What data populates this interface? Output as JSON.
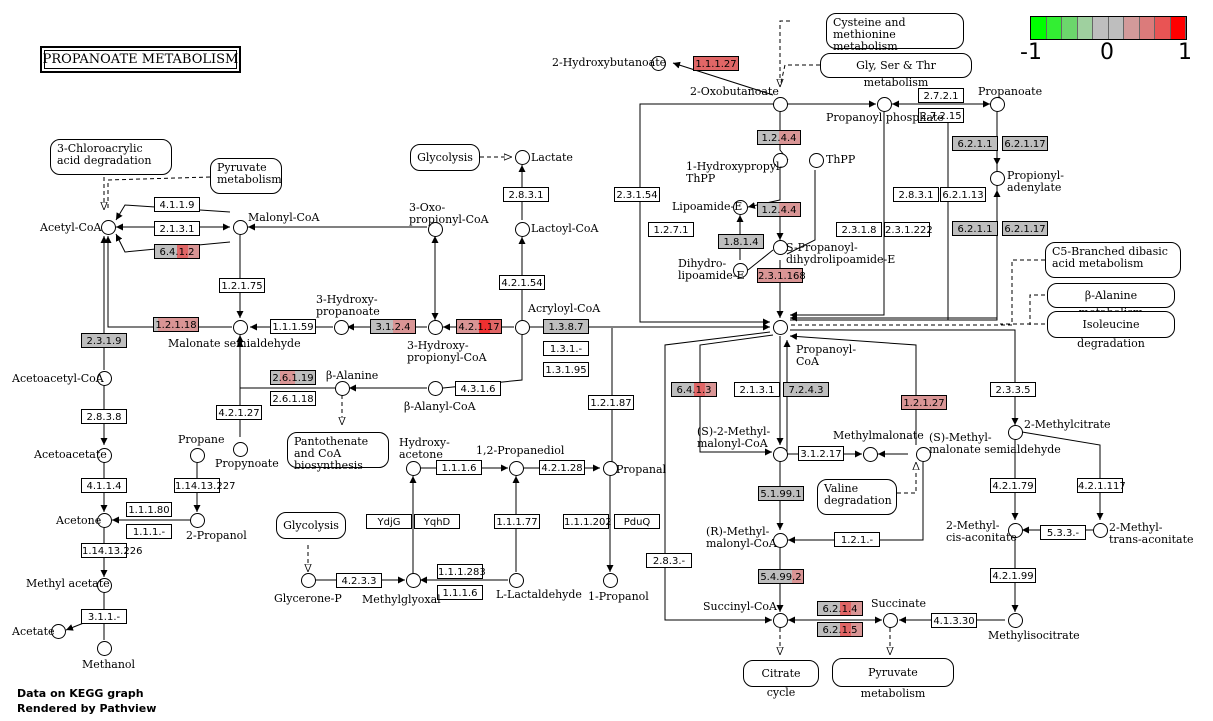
{
  "title": "PROPANOATE METABOLISM",
  "footer": {
    "line1": "Data on KEGG graph",
    "line2": "Rendered by Pathview"
  },
  "legend": {
    "min_label": "-1",
    "mid_label": "0",
    "max_label": "1",
    "colors": [
      "#00ff00",
      "#33ee33",
      "#6cd66c",
      "#9fd09f",
      "#bebebe",
      "#bebebe",
      "#d39a9a",
      "#db7b7b",
      "#e95454",
      "#ff0000"
    ]
  },
  "colors": {
    "none": "#ffffff",
    "gray": "#bebebe",
    "light_red": "#d99595",
    "mid_red": "#e06666",
    "red": "#ef3030"
  },
  "enzymes": [
    {
      "id": "e-1-1-1-27-top",
      "label": "1.1.1.27",
      "seg": [
        [
          0,
          1,
          "mid_red"
        ]
      ]
    },
    {
      "id": "e-1-2-4-4a",
      "label": "1.2.4.4",
      "seg": [
        [
          0,
          0.5,
          "gray"
        ],
        [
          0.5,
          1,
          "light_red"
        ]
      ]
    },
    {
      "id": "e-1-2-4-4b",
      "label": "1.2.4.4",
      "seg": [
        [
          0,
          0.5,
          "gray"
        ],
        [
          0.5,
          1,
          "light_red"
        ]
      ]
    },
    {
      "id": "e-1-8-1-4",
      "label": "1.8.1.4",
      "seg": [
        [
          0,
          1,
          "gray"
        ]
      ]
    },
    {
      "id": "e-2-3-1-168",
      "label": "2.3.1.168",
      "seg": [
        [
          0,
          1,
          "light_red"
        ]
      ]
    },
    {
      "id": "e-2-7-2-1",
      "label": "2.7.2.1",
      "seg": []
    },
    {
      "id": "e-2-7-2-15",
      "label": "2.7.2.15",
      "seg": []
    },
    {
      "id": "e-6-2-1-1a",
      "label": "6.2.1.1",
      "seg": [
        [
          0,
          1,
          "gray"
        ]
      ]
    },
    {
      "id": "e-6-2-1-17a",
      "label": "6.2.1.17",
      "seg": [
        [
          0,
          1,
          "gray"
        ]
      ]
    },
    {
      "id": "e-2-8-3-1b",
      "label": "2.8.3.1",
      "seg": []
    },
    {
      "id": "e-6-2-1-13",
      "label": "6.2.1.13",
      "seg": []
    },
    {
      "id": "e-6-2-1-1b",
      "label": "6.2.1.1",
      "seg": [
        [
          0,
          1,
          "gray"
        ]
      ]
    },
    {
      "id": "e-6-2-1-17b",
      "label": "6.2.1.17",
      "seg": [
        [
          0,
          1,
          "gray"
        ]
      ]
    },
    {
      "id": "e-2-3-1-54",
      "label": "2.3.1.54",
      "seg": []
    },
    {
      "id": "e-1-2-7-1",
      "label": "1.2.7.1",
      "seg": []
    },
    {
      "id": "e-2-3-1-8",
      "label": "2.3.1.8",
      "seg": []
    },
    {
      "id": "e-2-3-1-222",
      "label": "2.3.1.222",
      "seg": []
    },
    {
      "id": "e-2-8-3-1a",
      "label": "2.8.3.1",
      "seg": []
    },
    {
      "id": "e-4-2-1-54",
      "label": "4.2.1.54",
      "seg": []
    },
    {
      "id": "e-4-1-1-9",
      "label": "4.1.1.9",
      "seg": []
    },
    {
      "id": "e-2-1-3-1a",
      "label": "2.1.3.1",
      "seg": []
    },
    {
      "id": "e-6-4-1-2",
      "label": "6.4.1.2",
      "seg": [
        [
          0,
          0.5,
          "gray"
        ],
        [
          0.5,
          0.75,
          "mid_red"
        ],
        [
          0.75,
          1,
          "light_red"
        ]
      ]
    },
    {
      "id": "e-1-2-1-75",
      "label": "1.2.1.75",
      "seg": []
    },
    {
      "id": "e-1-2-1-18",
      "label": "1.2.1.18",
      "seg": [
        [
          0,
          0.1,
          "gray"
        ],
        [
          0.1,
          1,
          "light_red"
        ]
      ]
    },
    {
      "id": "e-1-1-1-59",
      "label": "1.1.1.59",
      "seg": []
    },
    {
      "id": "e-3-1-2-4",
      "label": "3.1.2.4",
      "seg": [
        [
          0,
          0.5,
          "gray"
        ],
        [
          0.5,
          1,
          "light_red"
        ]
      ]
    },
    {
      "id": "e-4-2-1-17",
      "label": "4.2.1.17",
      "seg": [
        [
          0,
          0.5,
          "light_red"
        ],
        [
          0.5,
          0.75,
          "red"
        ],
        [
          0.75,
          1,
          "mid_red"
        ]
      ]
    },
    {
      "id": "e-1-3-8-7",
      "label": "1.3.8.7",
      "seg": [
        [
          0,
          1,
          "gray"
        ]
      ]
    },
    {
      "id": "e-1-3-1-x",
      "label": "1.3.1.-",
      "seg": []
    },
    {
      "id": "e-1-3-1-95",
      "label": "1.3.1.95",
      "seg": []
    },
    {
      "id": "e-2-3-1-9",
      "label": "2.3.1.9",
      "seg": [
        [
          0,
          1,
          "gray"
        ]
      ]
    },
    {
      "id": "e-2-6-1-19",
      "label": "2.6.1.19",
      "seg": [
        [
          0,
          0.2,
          "gray"
        ],
        [
          0.2,
          0.55,
          "light_red"
        ],
        [
          0.55,
          1,
          "gray"
        ]
      ]
    },
    {
      "id": "e-2-6-1-18",
      "label": "2.6.1.18",
      "seg": []
    },
    {
      "id": "e-4-3-1-6",
      "label": "4.3.1.6",
      "seg": []
    },
    {
      "id": "e-4-2-1-27",
      "label": "4.2.1.27",
      "seg": []
    },
    {
      "id": "e-1-2-1-87",
      "label": "1.2.1.87",
      "seg": []
    },
    {
      "id": "e-2-8-3-8",
      "label": "2.8.3.8",
      "seg": []
    },
    {
      "id": "e-4-1-1-4",
      "label": "4.1.1.4",
      "seg": []
    },
    {
      "id": "e-1-14-13-227",
      "label": "1.14.13.227",
      "seg": []
    },
    {
      "id": "e-1-1-1-80",
      "label": "1.1.1.80",
      "seg": []
    },
    {
      "id": "e-1-1-1-x",
      "label": "1.1.1.-",
      "seg": []
    },
    {
      "id": "e-1-14-13-226",
      "label": "1.14.13.226",
      "seg": []
    },
    {
      "id": "e-3-1-1-x",
      "label": "3.1.1.-",
      "seg": []
    },
    {
      "id": "e-1-1-1-6",
      "label": "1.1.1.6",
      "seg": []
    },
    {
      "id": "e-4-2-1-28",
      "label": "4.2.1.28",
      "seg": []
    },
    {
      "id": "e-ydjg",
      "label": "YdjG",
      "seg": []
    },
    {
      "id": "e-yqhd",
      "label": "YqhD",
      "seg": []
    },
    {
      "id": "e-1-1-1-77",
      "label": "1.1.1.77",
      "seg": []
    },
    {
      "id": "e-1-1-1-202",
      "label": "1.1.1.202",
      "seg": []
    },
    {
      "id": "e-pduq",
      "label": "PduQ",
      "seg": []
    },
    {
      "id": "e-1-1-1-283",
      "label": "1.1.1.283",
      "seg": []
    },
    {
      "id": "e-1-1-1-6b",
      "label": "1.1.1.6",
      "seg": []
    },
    {
      "id": "e-4-2-3-3",
      "label": "4.2.3.3",
      "seg": []
    },
    {
      "id": "e-6-4-1-3",
      "label": "6.4.1.3",
      "seg": [
        [
          0,
          0.5,
          "gray"
        ],
        [
          0.5,
          0.75,
          "mid_red"
        ],
        [
          0.75,
          1,
          "light_red"
        ]
      ]
    },
    {
      "id": "e-2-1-3-1b",
      "label": "2.1.3.1",
      "seg": []
    },
    {
      "id": "e-7-2-4-3",
      "label": "7.2.4.3",
      "seg": [
        [
          0,
          1,
          "gray"
        ]
      ]
    },
    {
      "id": "e-1-2-1-27",
      "label": "1.2.1.27",
      "seg": [
        [
          0,
          1,
          "light_red"
        ]
      ]
    },
    {
      "id": "e-3-1-2-17",
      "label": "3.1.2.17",
      "seg": []
    },
    {
      "id": "e-5-1-99-1",
      "label": "5.1.99.1",
      "seg": [
        [
          0,
          1,
          "gray"
        ]
      ]
    },
    {
      "id": "e-1-2-1-x",
      "label": "1.2.1.-",
      "seg": []
    },
    {
      "id": "e-5-4-99-2",
      "label": "5.4.99.2",
      "seg": [
        [
          0,
          0.75,
          "gray"
        ],
        [
          0.75,
          1,
          "light_red"
        ]
      ]
    },
    {
      "id": "e-2-8-3-x",
      "label": "2.8.3.-",
      "seg": []
    },
    {
      "id": "e-6-2-1-4",
      "label": "6.2.1.4",
      "seg": [
        [
          0,
          0.5,
          "gray"
        ],
        [
          0.5,
          0.75,
          "mid_red"
        ],
        [
          0.75,
          1,
          "light_red"
        ]
      ]
    },
    {
      "id": "e-6-2-1-5",
      "label": "6.2.1.5",
      "seg": [
        [
          0,
          0.5,
          "gray"
        ],
        [
          0.5,
          0.75,
          "mid_red"
        ],
        [
          0.75,
          1,
          "light_red"
        ]
      ]
    },
    {
      "id": "e-4-1-3-30",
      "label": "4.1.3.30",
      "seg": []
    },
    {
      "id": "e-2-3-3-5",
      "label": "2.3.3.5",
      "seg": []
    },
    {
      "id": "e-4-2-1-79",
      "label": "4.2.1.79",
      "seg": []
    },
    {
      "id": "e-4-2-1-117",
      "label": "4.2.1.117",
      "seg": []
    },
    {
      "id": "e-5-3-3-x",
      "label": "5.3.3.-",
      "seg": []
    },
    {
      "id": "e-4-2-1-99",
      "label": "4.2.1.99",
      "seg": []
    }
  ],
  "compounds": [
    {
      "id": "c-2-hydroxybutanoate",
      "label": "2-Hydroxybutanoate"
    },
    {
      "id": "c-2-oxobutanoate",
      "label": "2-Oxobutanoate"
    },
    {
      "id": "c-propanoyl-phosphate",
      "label": "Propanoyl phosphate"
    },
    {
      "id": "c-propanoate",
      "label": "Propanoate"
    },
    {
      "id": "c-propionyl-adenylate",
      "label": "Propionyl- adenylate"
    },
    {
      "id": "c-1-hydroxypropyl-thpp",
      "label": "1-Hydroxypropyl- ThPP"
    },
    {
      "id": "c-thpp",
      "label": "ThPP"
    },
    {
      "id": "c-lipoamide-e",
      "label": "Lipoamide-E"
    },
    {
      "id": "c-dihydrolipoamide-e",
      "label": "Dihydro- lipoamide-E"
    },
    {
      "id": "c-s-propanoyl-dihydrolipoamide-e",
      "label": "S-Propanoyl- dihydrolipoamide-E"
    },
    {
      "id": "c-propanoyl-coa",
      "label": "Propanoyl- CoA"
    },
    {
      "id": "c-lactate",
      "label": "Lactate"
    },
    {
      "id": "c-lactoyl-coa",
      "label": "Lactoyl-CoA"
    },
    {
      "id": "c-acryloyl-coa",
      "label": "Acryloyl-CoA"
    },
    {
      "id": "c-3-oxo-propionyl-coa",
      "label": "3-Oxo- propionyl-CoA"
    },
    {
      "id": "c-3-hydroxy-propionyl-coa",
      "label": "3-Hydroxy- propionyl-CoA"
    },
    {
      "id": "c-3-hydroxy-propanoate",
      "label": "3-Hydroxy- propanoate"
    },
    {
      "id": "c-malonyl-coa",
      "label": "Malonyl-CoA"
    },
    {
      "id": "c-acetyl-coa",
      "label": "Acetyl-CoA"
    },
    {
      "id": "c-malonate-semialdehyde",
      "label": "Malonate semialdehyde"
    },
    {
      "id": "c-beta-alanine",
      "label": "β-Alanine"
    },
    {
      "id": "c-beta-alanyl-coa",
      "label": "β-Alanyl-CoA"
    },
    {
      "id": "c-propynoate",
      "label": "Propynoate"
    },
    {
      "id": "c-acetoacetyl-coa",
      "label": "Acetoacetyl-CoA"
    },
    {
      "id": "c-acetoacetate",
      "label": "Acetoacetate"
    },
    {
      "id": "c-acetone",
      "label": "Acetone"
    },
    {
      "id": "c-methyl-acetate",
      "label": "Methyl acetate"
    },
    {
      "id": "c-acetate",
      "label": "Acetate"
    },
    {
      "id": "c-methanol",
      "label": "Methanol"
    },
    {
      "id": "c-propane",
      "label": "Propane"
    },
    {
      "id": "c-2-propanol",
      "label": "2-Propanol"
    },
    {
      "id": "c-hydroxyacetone",
      "label": "Hydroxy- acetone"
    },
    {
      "id": "c-1-2-propanediol",
      "label": "1,2-Propanediol"
    },
    {
      "id": "c-propanal",
      "label": "Propanal"
    },
    {
      "id": "c-1-propanol",
      "label": "1-Propanol"
    },
    {
      "id": "c-glycerone-p",
      "label": "Glycerone-P"
    },
    {
      "id": "c-methylglyoxal",
      "label": "Methylglyoxal"
    },
    {
      "id": "c-l-lactaldehyde",
      "label": "L-Lactaldehyde"
    },
    {
      "id": "c-s-2-methylmalonyl-coa",
      "label": "(S)-2-Methyl- malonyl-CoA"
    },
    {
      "id": "c-methylmalonate",
      "label": "Methylmalonate"
    },
    {
      "id": "c-s-methylmalonate-semialdehyde",
      "label": "(S)-Methyl- malonate semialdehyde"
    },
    {
      "id": "c-r-methylmalonyl-coa",
      "label": "(R)-Methyl- malonyl-CoA"
    },
    {
      "id": "c-succinyl-coa",
      "label": "Succinyl-CoA"
    },
    {
      "id": "c-succinate",
      "label": "Succinate"
    },
    {
      "id": "c-2-methylcitrate",
      "label": "2-Methylcitrate"
    },
    {
      "id": "c-2-methyl-cis-aconitate",
      "label": "2-Methyl- cis-aconitate"
    },
    {
      "id": "c-2-methyl-trans-aconitate",
      "label": "2-Methyl- trans-aconitate"
    },
    {
      "id": "c-methylisocitrate",
      "label": "Methylisocitrate"
    }
  ],
  "maps": [
    {
      "id": "m-cysteine",
      "label": "Cysteine and methionine metabolism"
    },
    {
      "id": "m-gly-ser-thr",
      "label": "Gly, Ser & Thr metabolism"
    },
    {
      "id": "m-chloroacrylic",
      "label": "3-Chloroacrylic acid degradation"
    },
    {
      "id": "m-pyruvate-top",
      "label": "Pyruvate metabolism"
    },
    {
      "id": "m-glycolysis-top",
      "label": "Glycolysis"
    },
    {
      "id": "m-c5-branched",
      "label": "C5-Branched dibasic acid metabolism"
    },
    {
      "id": "m-beta-alanine",
      "label": "β-Alanine metabolism"
    },
    {
      "id": "m-isoleucine",
      "label": "Isoleucine degradation"
    },
    {
      "id": "m-pantothenate",
      "label": "Pantothenate and CoA biosynthesis"
    },
    {
      "id": "m-glycolysis-bottom",
      "label": "Glycolysis"
    },
    {
      "id": "m-valine",
      "label": "Valine degradation"
    },
    {
      "id": "m-citrate",
      "label": "Citrate cycle"
    },
    {
      "id": "m-pyruvate-bottom",
      "label": "Pyruvate metabolism"
    }
  ]
}
